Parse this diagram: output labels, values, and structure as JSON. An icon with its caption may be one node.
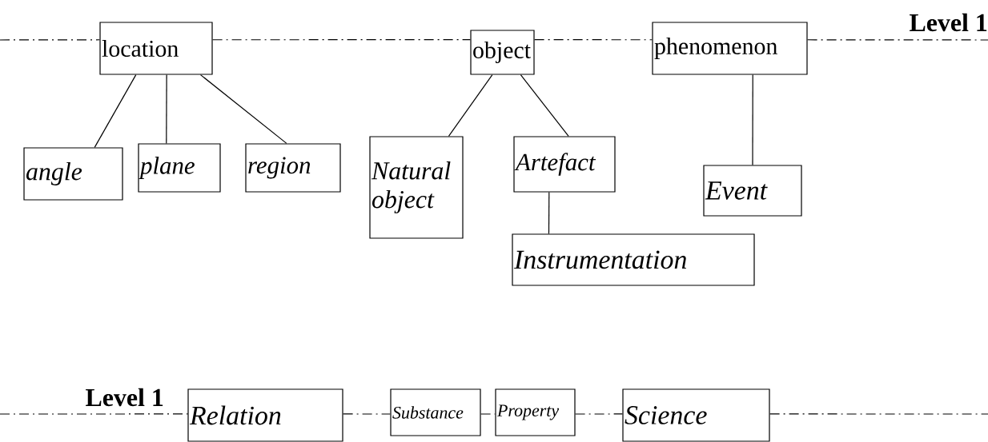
{
  "diagram": {
    "nodes": [
      {
        "text": [
          "location"
        ]
      },
      {
        "text": [
          "object"
        ]
      },
      {
        "text": [
          "phenomenon"
        ]
      },
      {
        "text": [
          "angle"
        ]
      },
      {
        "text": [
          "plane"
        ]
      },
      {
        "text": [
          "region"
        ]
      },
      {
        "text": [
          "Natural object"
        ]
      },
      {
        "text": [
          "Artefact"
        ]
      },
      {
        "text": [
          "Event"
        ]
      },
      {
        "text": [
          "Instrumentation"
        ]
      },
      {
        "text": [
          "Relation"
        ]
      },
      {
        "text": [
          "Substance"
        ]
      },
      {
        "text": [
          "Property"
        ]
      },
      {
        "text": [
          "Science"
        ]
      }
    ],
    "edges": [
      {
        "from": null,
        "to": 0,
        "arrow": "none",
        "style": "dashed"
      },
      {
        "from": 0,
        "to": 1,
        "arrow": "none",
        "style": "dashed"
      },
      {
        "from": 1,
        "to": 2,
        "arrow": "none",
        "style": "dashed"
      },
      {
        "from": 2,
        "to": null,
        "arrow": "none",
        "style": "dashed"
      },
      {
        "from": 0,
        "to": 3,
        "arrow": "none"
      },
      {
        "from": 0,
        "to": 4,
        "arrow": "none"
      },
      {
        "from": 0,
        "to": 5,
        "arrow": "none"
      },
      {
        "from": 1,
        "to": 6,
        "arrow": "none"
      },
      {
        "from": 1,
        "to": 7,
        "arrow": "none"
      },
      {
        "from": 2,
        "to": 8,
        "arrow": "none"
      },
      {
        "from": 7,
        "to": 9,
        "arrow": "none"
      },
      {
        "from": null,
        "to": 10,
        "arrow": "none",
        "style": "dashed"
      },
      {
        "from": 10,
        "to": 11,
        "arrow": "none",
        "style": "dashed"
      },
      {
        "from": 11,
        "to": 12,
        "arrow": "none",
        "style": "dashed"
      },
      {
        "from": 12,
        "to": 13,
        "arrow": "none",
        "style": "dashed"
      },
      {
        "from": 13,
        "to": null,
        "arrow": "none",
        "style": "dashed"
      }
    ],
    "labels": [
      "Level 1",
      "Level 1"
    ]
  }
}
